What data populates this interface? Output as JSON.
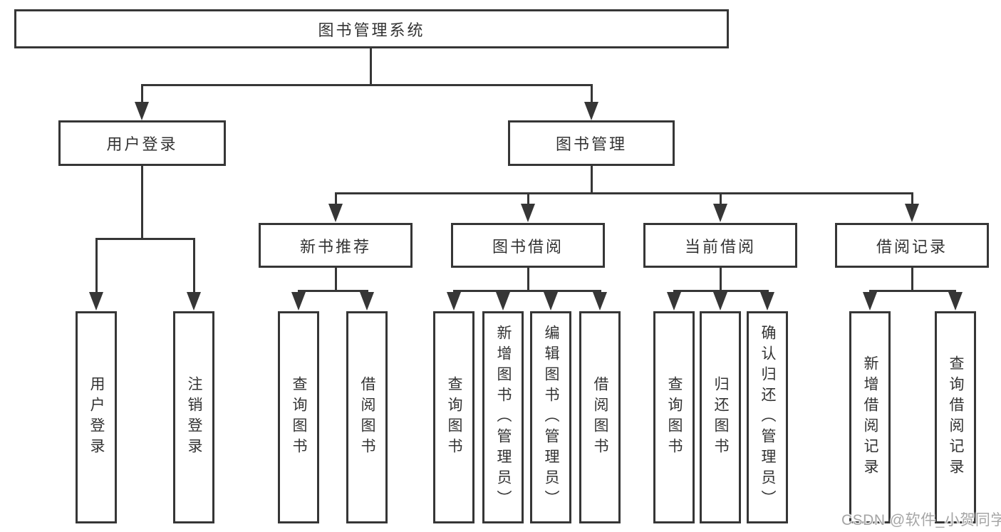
{
  "style": {
    "background": "#ffffff",
    "line_color": "#363636",
    "text_color": "#333333",
    "watermark_color": "#a5a5a5"
  },
  "diagram": {
    "root": {
      "label": "图书管理系统"
    },
    "login_branch": {
      "label": "用户登录",
      "children": [
        {
          "label": "用户登录"
        },
        {
          "label": "注销登录"
        }
      ]
    },
    "mgmt_branch": {
      "label": "图书管理",
      "modules": [
        {
          "label": "新书推荐",
          "children": [
            {
              "label": "查询图书"
            },
            {
              "label": "借阅图书"
            }
          ]
        },
        {
          "label": "图书借阅",
          "children": [
            {
              "label": "查询图书"
            },
            {
              "label": "新增图书（管理员）"
            },
            {
              "label": "编辑图书（管理员）"
            },
            {
              "label": "借阅图书"
            }
          ]
        },
        {
          "label": "当前借阅",
          "children": [
            {
              "label": "查询图书"
            },
            {
              "label": "归还图书"
            },
            {
              "label": "确认归还（管理员）"
            }
          ]
        },
        {
          "label": "借阅记录",
          "children": [
            {
              "label": "新增借阅记录"
            },
            {
              "label": "查询借阅记录"
            }
          ]
        }
      ]
    }
  },
  "watermark": {
    "text": "CSDN @软件_小贺同学"
  }
}
